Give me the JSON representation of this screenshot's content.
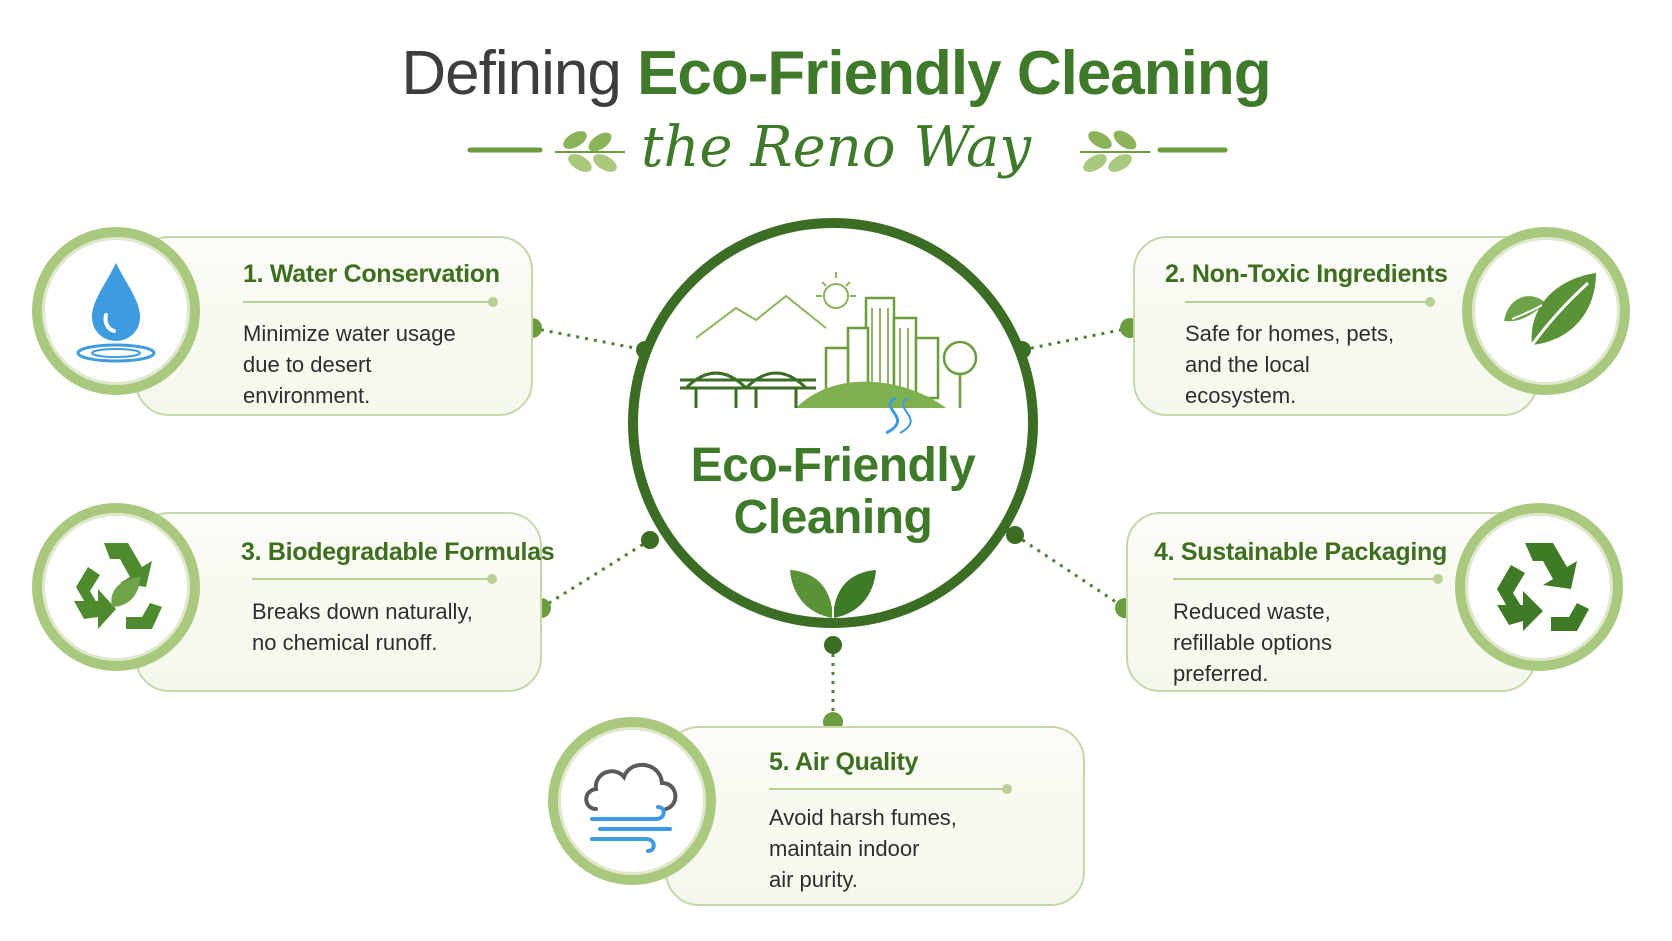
{
  "header": {
    "title_prefix": "Defining",
    "title_main": "Eco-Friendly Cleaning",
    "subtitle": "the Reno Way"
  },
  "center": {
    "label": "Eco-Friendly\nCleaning"
  },
  "cards": [
    {
      "title": "1. Water Conservation",
      "description": "Minimize water usage\ndue to desert\nenvironment.",
      "icon": "water-drop-icon"
    },
    {
      "title": "2. Non-Toxic Ingredients",
      "description": "Safe for homes, pets,\nand the local\necosystem.",
      "icon": "leaf-icon"
    },
    {
      "title": "3. Biodegradable Formulas",
      "description": "Breaks down naturally,\nno chemical runoff.",
      "icon": "recycle-leaf-icon"
    },
    {
      "title": "4. Sustainable Packaging",
      "description": "Reduced waste,\nrefillable options\npreferred.",
      "icon": "recycle-icon"
    },
    {
      "title": "5. Air Quality",
      "description": "Avoid harsh fumes,\nmaintain indoor\nair purity.",
      "icon": "cloud-wind-icon"
    }
  ],
  "colors": {
    "brand_green": "#3e7a2a",
    "light_green": "#a9c97e",
    "water_blue": "#3f9be0",
    "text_dark": "#2e2e2e"
  }
}
